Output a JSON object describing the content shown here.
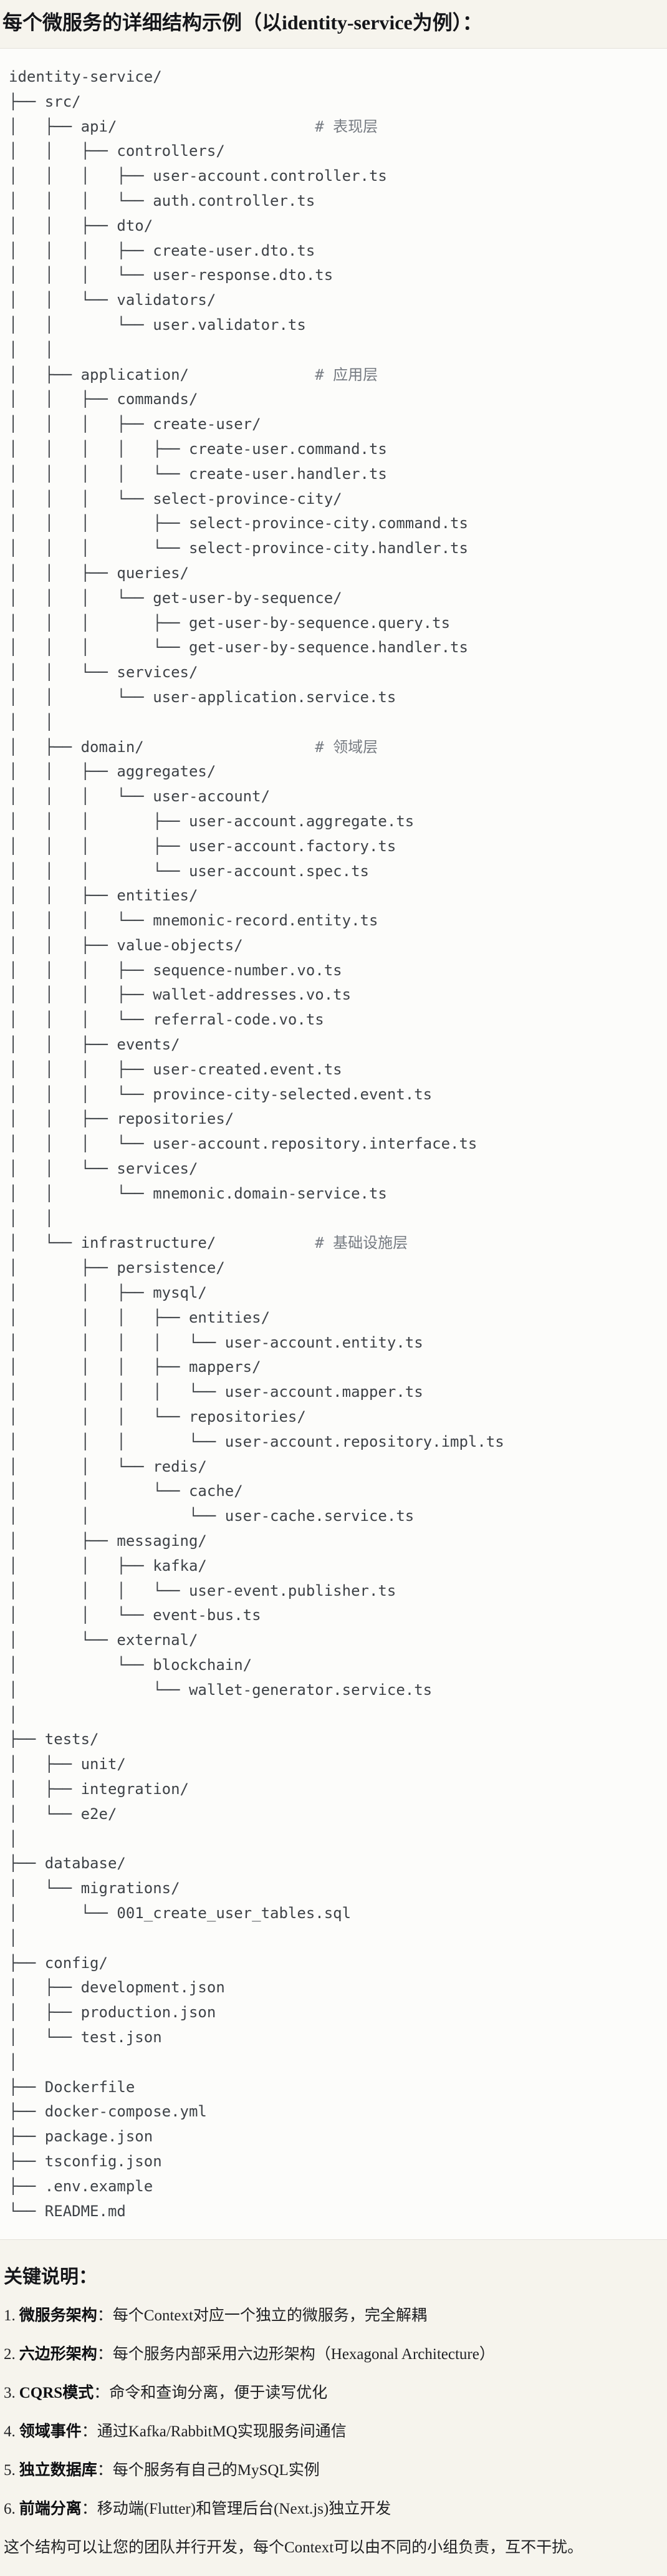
{
  "header": {
    "title": "每个微服务的详细结构示例（以identity-service为例）："
  },
  "colors": {
    "page_background": "#f6f4ed",
    "code_background": "#fcfcfa",
    "code_border": "#e4e2db",
    "code_text": "#3e4247",
    "code_comment": "#767b82",
    "body_text": "#202124"
  },
  "tree": {
    "lines": [
      "identity-service/",
      "├── src/",
      "│   ├── api/                      # 表现层",
      "│   │   ├── controllers/",
      "│   │   │   ├── user-account.controller.ts",
      "│   │   │   └── auth.controller.ts",
      "│   │   ├── dto/",
      "│   │   │   ├── create-user.dto.ts",
      "│   │   │   └── user-response.dto.ts",
      "│   │   └── validators/",
      "│   │       └── user.validator.ts",
      "│   │",
      "│   ├── application/              # 应用层",
      "│   │   ├── commands/",
      "│   │   │   ├── create-user/",
      "│   │   │   │   ├── create-user.command.ts",
      "│   │   │   │   └── create-user.handler.ts",
      "│   │   │   └── select-province-city/",
      "│   │   │       ├── select-province-city.command.ts",
      "│   │   │       └── select-province-city.handler.ts",
      "│   │   ├── queries/",
      "│   │   │   └── get-user-by-sequence/",
      "│   │   │       ├── get-user-by-sequence.query.ts",
      "│   │   │       └── get-user-by-sequence.handler.ts",
      "│   │   └── services/",
      "│   │       └── user-application.service.ts",
      "│   │",
      "│   ├── domain/                   # 领域层",
      "│   │   ├── aggregates/",
      "│   │   │   └── user-account/",
      "│   │   │       ├── user-account.aggregate.ts",
      "│   │   │       ├── user-account.factory.ts",
      "│   │   │       └── user-account.spec.ts",
      "│   │   ├── entities/",
      "│   │   │   └── mnemonic-record.entity.ts",
      "│   │   ├── value-objects/",
      "│   │   │   ├── sequence-number.vo.ts",
      "│   │   │   ├── wallet-addresses.vo.ts",
      "│   │   │   └── referral-code.vo.ts",
      "│   │   ├── events/",
      "│   │   │   ├── user-created.event.ts",
      "│   │   │   └── province-city-selected.event.ts",
      "│   │   ├── repositories/",
      "│   │   │   └── user-account.repository.interface.ts",
      "│   │   └── services/",
      "│   │       └── mnemonic.domain-service.ts",
      "│   │",
      "│   └── infrastructure/           # 基础设施层",
      "│       ├── persistence/",
      "│       │   ├── mysql/",
      "│       │   │   ├── entities/",
      "│       │   │   │   └── user-account.entity.ts",
      "│       │   │   ├── mappers/",
      "│       │   │   │   └── user-account.mapper.ts",
      "│       │   │   └── repositories/",
      "│       │   │       └── user-account.repository.impl.ts",
      "│       │   └── redis/",
      "│       │       └── cache/",
      "│       │           └── user-cache.service.ts",
      "│       ├── messaging/",
      "│       │   ├── kafka/",
      "│       │   │   └── user-event.publisher.ts",
      "│       │   └── event-bus.ts",
      "│       └── external/",
      "│           └── blockchain/",
      "│               └── wallet-generator.service.ts",
      "│",
      "├── tests/",
      "│   ├── unit/",
      "│   ├── integration/",
      "│   └── e2e/",
      "│",
      "├── database/",
      "│   └── migrations/",
      "│       └── 001_create_user_tables.sql",
      "│",
      "├── config/",
      "│   ├── development.json",
      "│   ├── production.json",
      "│   └── test.json",
      "│",
      "├── Dockerfile",
      "├── docker-compose.yml",
      "├── package.json",
      "├── tsconfig.json",
      "├── .env.example",
      "└── README.md"
    ]
  },
  "notes": {
    "heading": "关键说明：",
    "items": [
      {
        "num": "1.",
        "label": "微服务架构",
        "text": "：每个Context对应一个独立的微服务，完全解耦"
      },
      {
        "num": "2.",
        "label": "六边形架构",
        "text": "：每个服务内部采用六边形架构（Hexagonal Architecture）"
      },
      {
        "num": "3.",
        "label": "CQRS模式",
        "text": "：命令和查询分离，便于读写优化"
      },
      {
        "num": "4.",
        "label": "领域事件",
        "text": "：通过Kafka/RabbitMQ实现服务间通信"
      },
      {
        "num": "5.",
        "label": "独立数据库",
        "text": "：每个服务有自己的MySQL实例"
      },
      {
        "num": "6.",
        "label": "前端分离",
        "text": "：移动端(Flutter)和管理后台(Next.js)独立开发"
      }
    ],
    "footer": "这个结构可以让您的团队并行开发，每个Context可以由不同的小组负责，互不干扰。"
  }
}
